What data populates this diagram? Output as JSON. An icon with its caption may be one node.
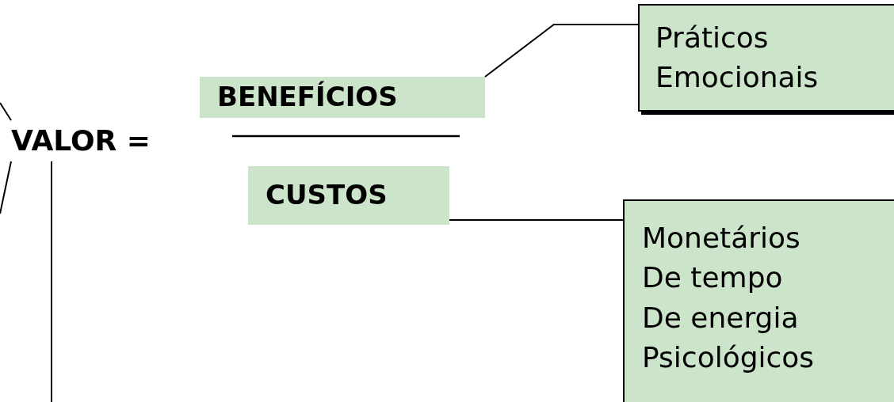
{
  "diagram": {
    "nodes": [
      {
        "text": [
          "VALOR ="
        ]
      },
      {
        "text": [
          "BENEFÍCIOS"
        ]
      },
      {
        "text": [
          "CUSTOS"
        ]
      },
      {
        "text": [
          "Práticos",
          "Emocionais"
        ]
      },
      {
        "text": [
          "Monetários",
          "De tempo",
          "De energia",
          "Psicológicos"
        ]
      }
    ],
    "edges": [
      {
        "from": 1,
        "to": 3,
        "arrow": "none"
      },
      {
        "from": 2,
        "to": 4,
        "arrow": "none"
      },
      {
        "from": null,
        "to": 0,
        "arrow": "none"
      },
      {
        "from": null,
        "to": 0,
        "arrow": "none"
      },
      {
        "from": null,
        "to": 0,
        "arrow": "none"
      }
    ]
  }
}
